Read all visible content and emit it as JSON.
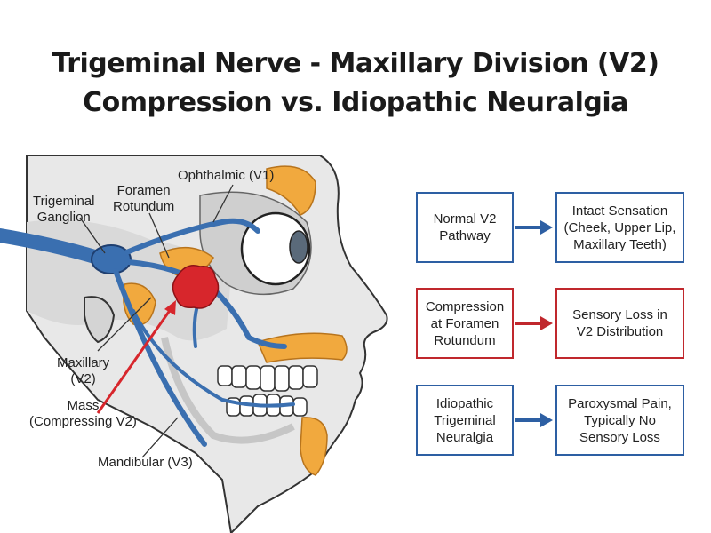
{
  "title": {
    "line1": "Trigeminal Nerve - Maxillary Division (V2)",
    "line2": "Compression vs. Idiopathic Neuralgia"
  },
  "labels": {
    "ophthalmic": "Ophthalmic (V1)",
    "foramen": "Foramen\nRotundum",
    "ganglion": "Trigeminal\nGanglion",
    "maxillary": "Maxillary\n(V2)",
    "mass": "Mass\n(Compressing V2)",
    "mandibular": "Mandibular (V3)"
  },
  "flow": [
    {
      "left": "Normal V2\nPathway",
      "right": "Intact Sensation\n(Cheek, Upper Lip,\nMaxillary Teeth)",
      "color": "#2d5fa3"
    },
    {
      "left": "Compression\nat Foramen\nRotundum",
      "right": "Sensory Loss in\nV2 Distribution",
      "color": "#c0282d"
    },
    {
      "left": "Idiopathic\nTrigeminal\nNeuralgia",
      "right": "Paroxysmal Pain,\nTypically No\nSensory Loss",
      "color": "#2d5fa3"
    }
  ],
  "colors": {
    "nerve": "#3a6fb0",
    "bone": "#f1a93e",
    "mass": "#d7262c",
    "skin": "#e6e6e6"
  }
}
